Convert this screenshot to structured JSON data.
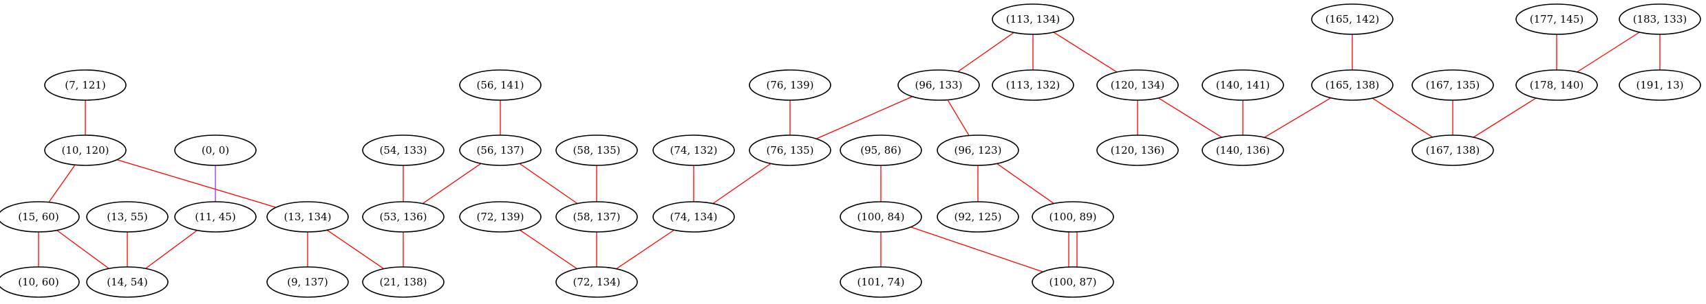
{
  "nodes": [
    {
      "id": "n1",
      "label": "(113, 134)"
    },
    {
      "id": "n2",
      "label": "(165, 142)"
    },
    {
      "id": "n3",
      "label": "(177, 145)"
    },
    {
      "id": "n4",
      "label": "(183, 133)"
    },
    {
      "id": "n5",
      "label": "(7, 121)"
    },
    {
      "id": "n6",
      "label": "(56, 141)"
    },
    {
      "id": "n7",
      "label": "(76, 139)"
    },
    {
      "id": "n8",
      "label": "(96, 133)"
    },
    {
      "id": "n9",
      "label": "(113, 132)"
    },
    {
      "id": "n10",
      "label": "(120, 134)"
    },
    {
      "id": "n11",
      "label": "(140, 141)"
    },
    {
      "id": "n12",
      "label": "(165, 138)"
    },
    {
      "id": "n13",
      "label": "(167, 135)"
    },
    {
      "id": "n14",
      "label": "(178, 140)"
    },
    {
      "id": "n15",
      "label": "(191, 13)"
    },
    {
      "id": "n16",
      "label": "(10, 120)"
    },
    {
      "id": "n17",
      "label": "(0, 0)"
    },
    {
      "id": "n18",
      "label": "(54, 133)"
    },
    {
      "id": "n19",
      "label": "(56, 137)"
    },
    {
      "id": "n20",
      "label": "(58, 135)"
    },
    {
      "id": "n21",
      "label": "(74, 132)"
    },
    {
      "id": "n22",
      "label": "(76, 135)"
    },
    {
      "id": "n23",
      "label": "(95, 86)"
    },
    {
      "id": "n24",
      "label": "(96, 123)"
    },
    {
      "id": "n25",
      "label": "(120, 136)"
    },
    {
      "id": "n26",
      "label": "(140, 136)"
    },
    {
      "id": "n27",
      "label": "(167, 138)"
    },
    {
      "id": "n28",
      "label": "(15, 60)"
    },
    {
      "id": "n29",
      "label": "(13, 55)"
    },
    {
      "id": "n30",
      "label": "(11, 45)"
    },
    {
      "id": "n31",
      "label": "(13, 134)"
    },
    {
      "id": "n32",
      "label": "(53, 136)"
    },
    {
      "id": "n33",
      "label": "(72, 139)"
    },
    {
      "id": "n34",
      "label": "(58, 137)"
    },
    {
      "id": "n35",
      "label": "(74, 134)"
    },
    {
      "id": "n36",
      "label": "(100, 84)"
    },
    {
      "id": "n37",
      "label": "(92, 125)"
    },
    {
      "id": "n38",
      "label": "(100, 89)"
    },
    {
      "id": "n39",
      "label": "(10, 60)"
    },
    {
      "id": "n40",
      "label": "(14, 54)"
    },
    {
      "id": "n41",
      "label": "(9, 137)"
    },
    {
      "id": "n42",
      "label": "(21, 138)"
    },
    {
      "id": "n43",
      "label": "(72, 134)"
    },
    {
      "id": "n44",
      "label": "(101, 74)"
    },
    {
      "id": "n45",
      "label": "(100, 87)"
    }
  ],
  "edges": [
    {
      "source": "n1",
      "target": "n8",
      "color": "#ff0000"
    },
    {
      "source": "n1",
      "target": "n9",
      "color": "#ff0000"
    },
    {
      "source": "n1",
      "target": "n10",
      "color": "#ff0000"
    },
    {
      "source": "n2",
      "target": "n12",
      "color": "#ff0000"
    },
    {
      "source": "n3",
      "target": "n14",
      "color": "#ff0000"
    },
    {
      "source": "n4",
      "target": "n14",
      "color": "#ff0000"
    },
    {
      "source": "n4",
      "target": "n15",
      "color": "#ff0000"
    },
    {
      "source": "n5",
      "target": "n16",
      "color": "#ff0000"
    },
    {
      "source": "n6",
      "target": "n19",
      "color": "#ff0000"
    },
    {
      "source": "n7",
      "target": "n22",
      "color": "#ff0000"
    },
    {
      "source": "n8",
      "target": "n22",
      "color": "#ff0000"
    },
    {
      "source": "n8",
      "target": "n24",
      "color": "#ff0000"
    },
    {
      "source": "n10",
      "target": "n25",
      "color": "#ff0000"
    },
    {
      "source": "n10",
      "target": "n26",
      "color": "#ff0000"
    },
    {
      "source": "n11",
      "target": "n26",
      "color": "#ff0000"
    },
    {
      "source": "n12",
      "target": "n26",
      "color": "#ff0000"
    },
    {
      "source": "n12",
      "target": "n27",
      "color": "#ff0000"
    },
    {
      "source": "n13",
      "target": "n27",
      "color": "#ff0000"
    },
    {
      "source": "n14",
      "target": "n27",
      "color": "#ff0000"
    },
    {
      "source": "n16",
      "target": "n28",
      "color": "#ff0000"
    },
    {
      "source": "n16",
      "target": "n31",
      "color": "#ff0000"
    },
    {
      "source": "n17",
      "target": "n30",
      "color": "#9a32cd"
    },
    {
      "source": "n18",
      "target": "n32",
      "color": "#ff0000"
    },
    {
      "source": "n19",
      "target": "n32",
      "color": "#ff0000"
    },
    {
      "source": "n19",
      "target": "n34",
      "color": "#ff0000"
    },
    {
      "source": "n20",
      "target": "n34",
      "color": "#ff0000"
    },
    {
      "source": "n21",
      "target": "n35",
      "color": "#ff0000"
    },
    {
      "source": "n22",
      "target": "n35",
      "color": "#ff0000"
    },
    {
      "source": "n23",
      "target": "n36",
      "color": "#ff0000"
    },
    {
      "source": "n24",
      "target": "n37",
      "color": "#ff0000"
    },
    {
      "source": "n24",
      "target": "n38",
      "color": "#ff0000"
    },
    {
      "source": "n28",
      "target": "n39",
      "color": "#ff0000"
    },
    {
      "source": "n28",
      "target": "n40",
      "color": "#ff0000"
    },
    {
      "source": "n29",
      "target": "n40",
      "color": "#ff0000"
    },
    {
      "source": "n30",
      "target": "n40",
      "color": "#ff0000"
    },
    {
      "source": "n31",
      "target": "n41",
      "color": "#ff0000"
    },
    {
      "source": "n31",
      "target": "n42",
      "color": "#ff0000"
    },
    {
      "source": "n32",
      "target": "n42",
      "color": "#ff0000"
    },
    {
      "source": "n33",
      "target": "n43",
      "color": "#ff0000"
    },
    {
      "source": "n34",
      "target": "n43",
      "color": "#ff0000"
    },
    {
      "source": "n35",
      "target": "n43",
      "color": "#ff0000"
    },
    {
      "source": "n36",
      "target": "n44",
      "color": "#ff0000"
    },
    {
      "source": "n36",
      "target": "n45",
      "color": "#ff0000"
    },
    {
      "source": "n38",
      "target": "n45",
      "color": "#ff0000"
    },
    {
      "source": "n38",
      "target": "n45",
      "color": "#ff0000"
    }
  ]
}
